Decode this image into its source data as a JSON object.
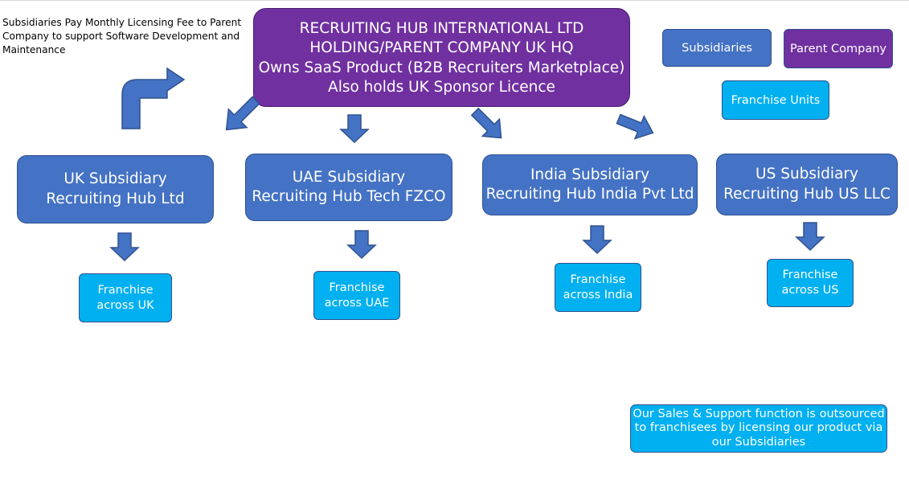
{
  "note": {
    "text": "Subsidiaries Pay Monthly Licensing Fee to Parent Company to support Software Development and Maintenance"
  },
  "parent": {
    "label": "RECRUITING HUB INTERNATIONAL LTD\nHOLDING/PARENT COMPANY UK HQ\nOwns SaaS Product (B2B Recruiters Marketplace)\nAlso holds UK Sponsor Licence"
  },
  "legend": {
    "subsidiaries": "Subsidiaries",
    "parent_company": "Parent Company",
    "franchise_units": "Franchise Units"
  },
  "subsidiaries": [
    {
      "label": "UK Subsidiary\nRecruiting Hub Ltd",
      "franchise": "Franchise\nacross UK"
    },
    {
      "label": "UAE Subsidiary\nRecruiting Hub Tech FZCO",
      "franchise": "Franchise\nacross UAE"
    },
    {
      "label": "India Subsidiary\nRecruiting Hub India Pvt Ltd",
      "franchise": "Franchise\nacross India"
    },
    {
      "label": "US Subsidiary\nRecruiting Hub US LLC",
      "franchise": "Franchise\nacross US"
    }
  ],
  "callout": {
    "text": "Our Sales & Support function is outsourced\nto franchisees by  licensing our product via\nour Subsidiaries"
  },
  "colors": {
    "parent": "#7030a0",
    "subsidiary": "#4472c4",
    "franchise": "#00b0f0",
    "outline": "#2f528f"
  }
}
